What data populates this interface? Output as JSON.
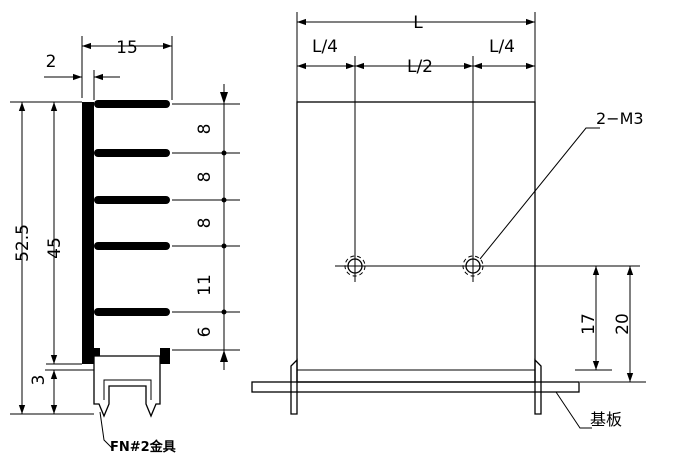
{
  "side_view": {
    "dims": {
      "base_thickness": "2",
      "width": "15",
      "total_height": "52.5",
      "fin_height": "45",
      "foot": "3",
      "pitch_1": "8",
      "pitch_2": "8",
      "pitch_3": "8",
      "pitch_4": "11",
      "pitch_5": "6"
    },
    "bracket_label": "FN#2金具"
  },
  "front_view": {
    "dims": {
      "length": "L",
      "quarter_left": "L/4",
      "half": "L/2",
      "quarter_right": "L/4",
      "hole_height_1": "17",
      "hole_height_2": "20"
    },
    "hole_label": "2−M3",
    "board_label": "基板"
  }
}
